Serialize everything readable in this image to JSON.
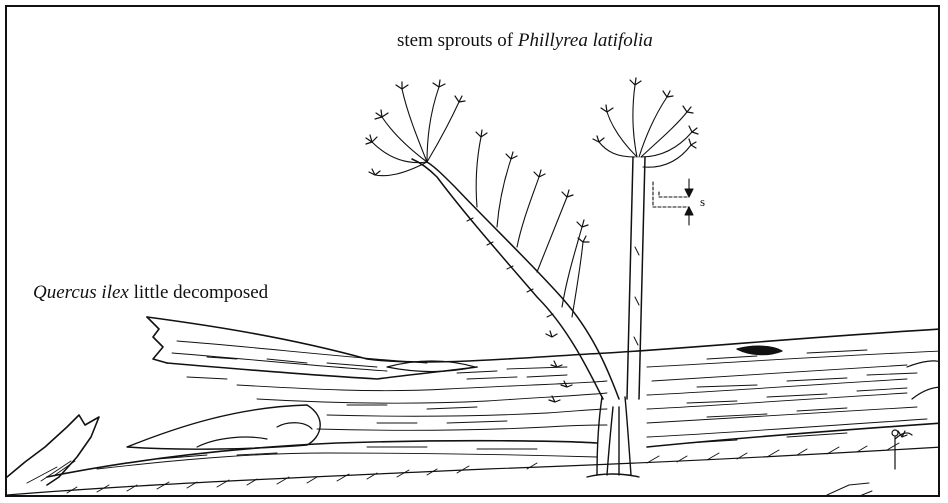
{
  "labels": {
    "top_plain": "stem sprouts of ",
    "top_italic": "Phillyrea latifolia",
    "left_italic": "Quercus ilex",
    "left_plain": " little decomposed",
    "scale_marker": "s"
  },
  "colors": {
    "ink": "#111111",
    "background": "#ffffff"
  }
}
